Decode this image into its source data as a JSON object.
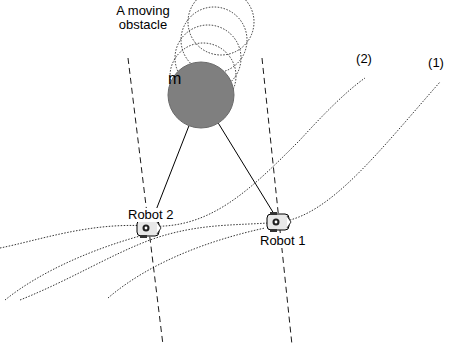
{
  "diagram": {
    "nodes": [
      {
        "text": [
          "m"
        ]
      },
      {
        "text": [
          "Robot 2"
        ]
      },
      {
        "text": [
          "Robot 1"
        ]
      }
    ],
    "edges": [
      {
        "from": 0,
        "to": 1,
        "arrow": "none"
      },
      {
        "from": 0,
        "to": 2,
        "arrow": "none"
      }
    ],
    "labels": [
      "A moving obstacle",
      "(2)",
      "(1)"
    ]
  }
}
